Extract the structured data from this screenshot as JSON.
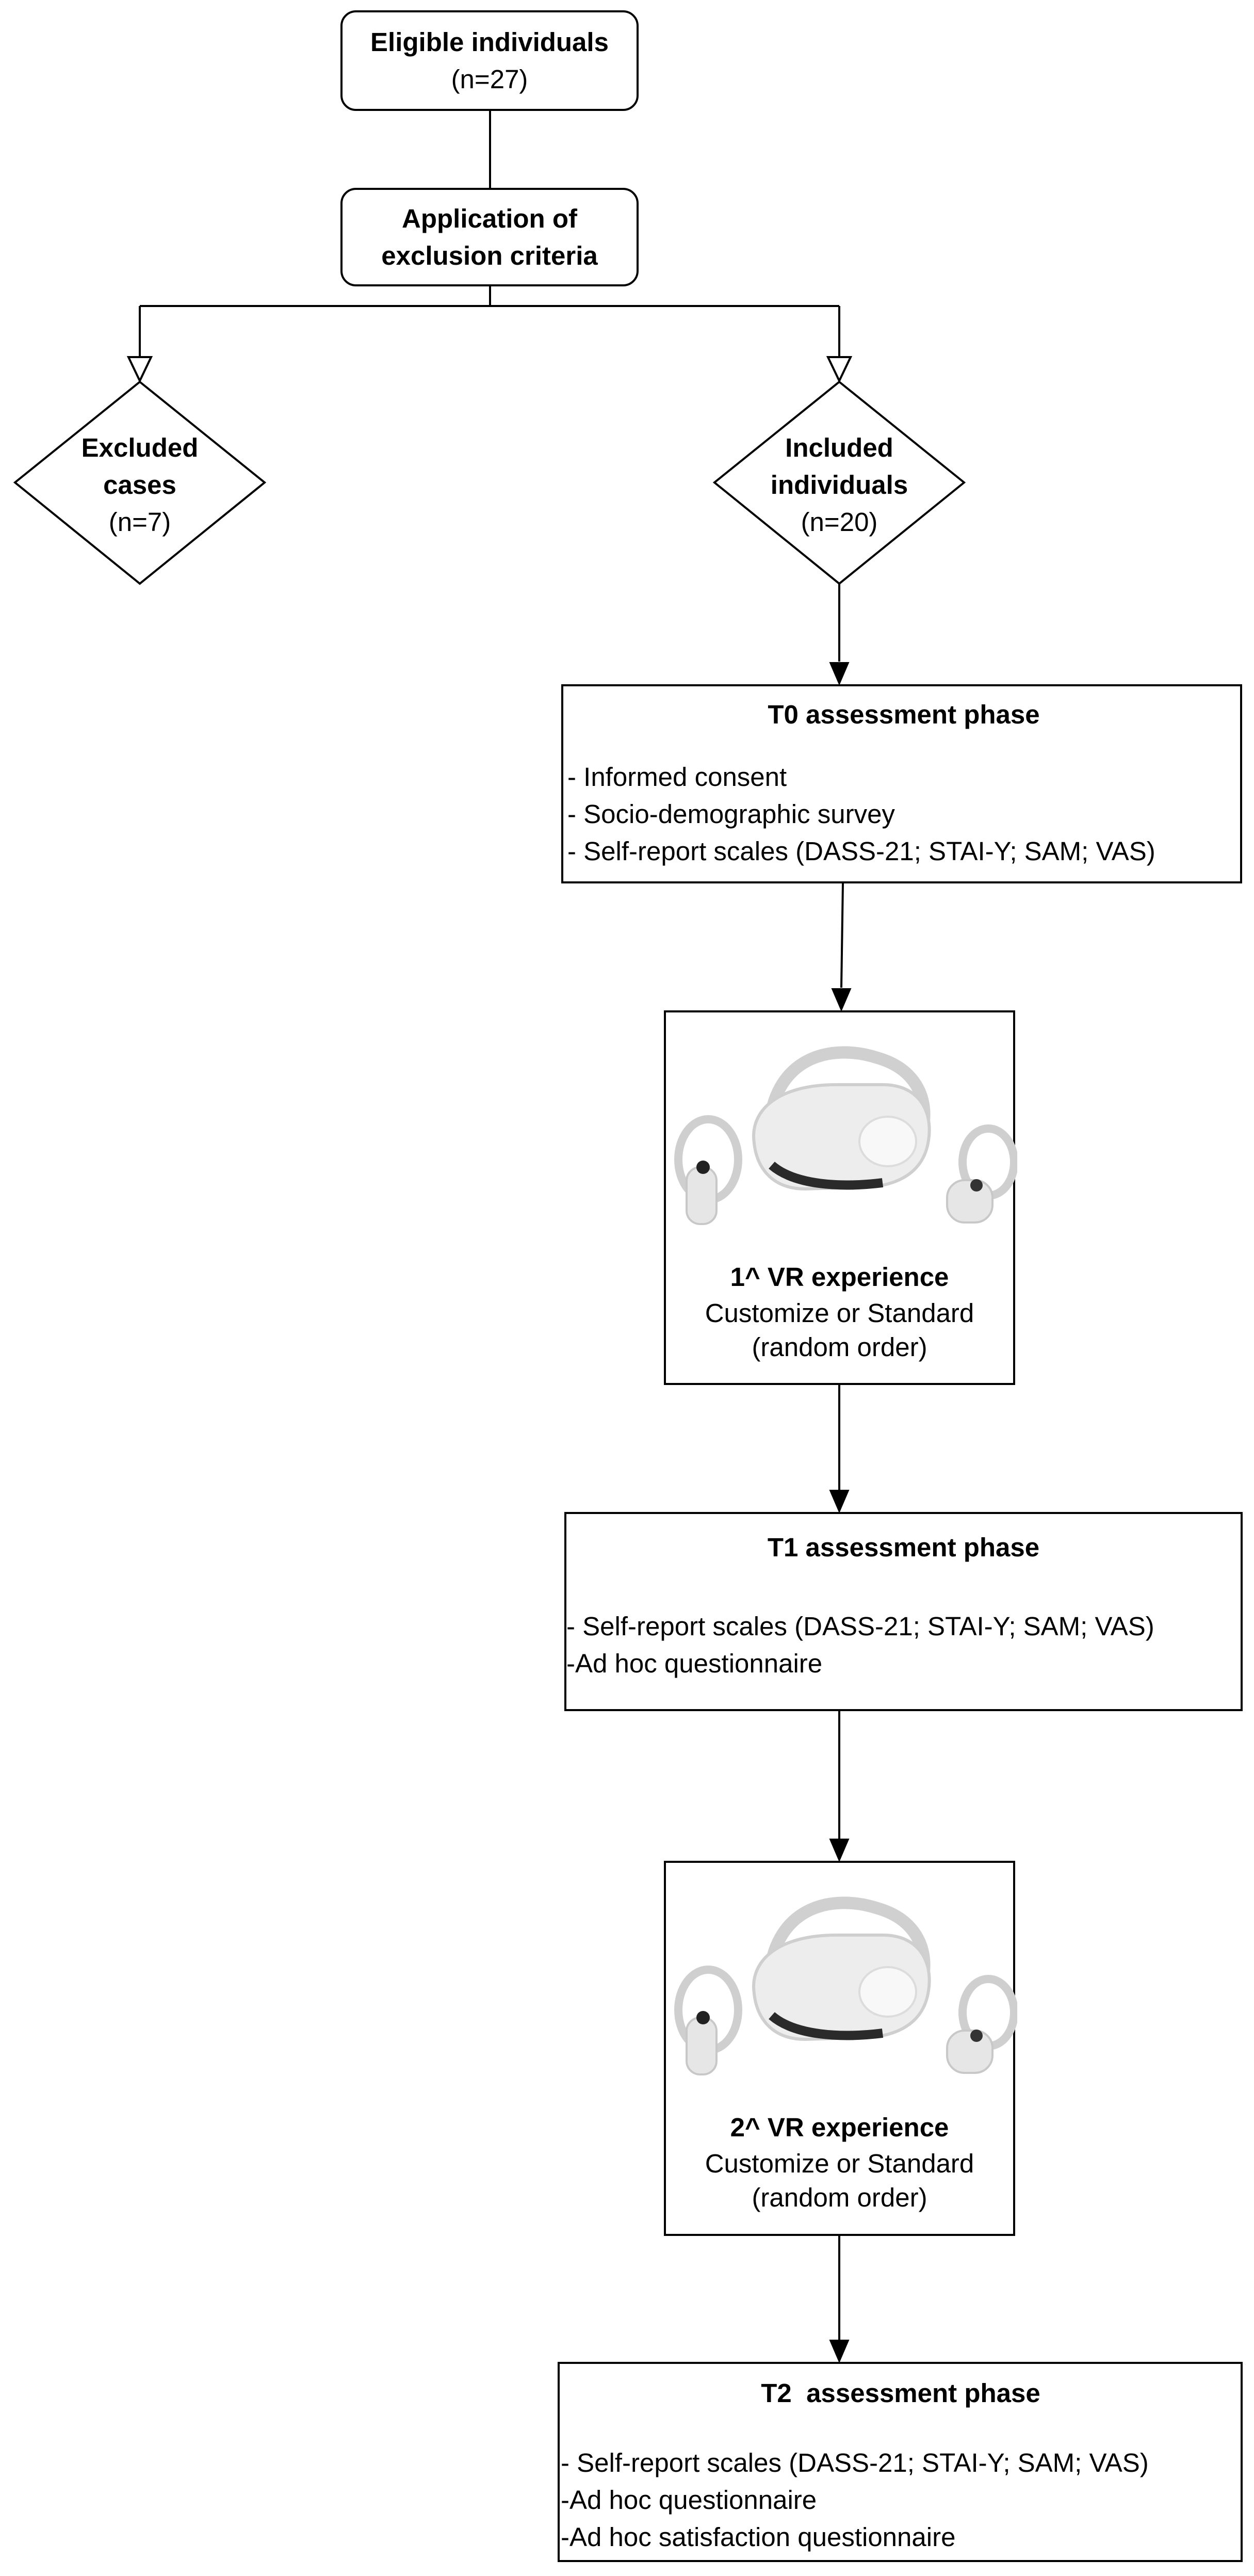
{
  "eligible": {
    "title": "Eligible individuals",
    "count": "(n=27)"
  },
  "exclusion": {
    "line1": "Application of",
    "line2": "exclusion criteria"
  },
  "excluded": {
    "line1": "Excluded",
    "line2": "cases",
    "count": "(n=7)"
  },
  "included": {
    "line1": "Included",
    "line2": "individuals",
    "count": "(n=20)"
  },
  "t0": {
    "title": "T0 assessment phase",
    "items": [
      "- Informed consent",
      "- Socio-demographic survey",
      "- Self-report scales (DASS-21; STAI-Y; SAM; VAS)"
    ]
  },
  "vr1": {
    "title": "1^ VR experience",
    "subtitle": "Customize or Standard",
    "note": "(random order)"
  },
  "t1": {
    "title": "T1 assessment phase",
    "items": [
      "- Self-report scales (DASS-21; STAI-Y; SAM; VAS)",
      "-Ad hoc questionnaire"
    ]
  },
  "vr2": {
    "title": "2^ VR experience",
    "subtitle": "Customize or Standard",
    "note": "(random order)"
  },
  "t2": {
    "title": "T2  assessment phase",
    "items": [
      "- Self-report scales (DASS-21; STAI-Y; SAM; VAS)",
      "-Ad hoc questionnaire",
      "-Ad hoc satisfaction questionnaire"
    ]
  }
}
